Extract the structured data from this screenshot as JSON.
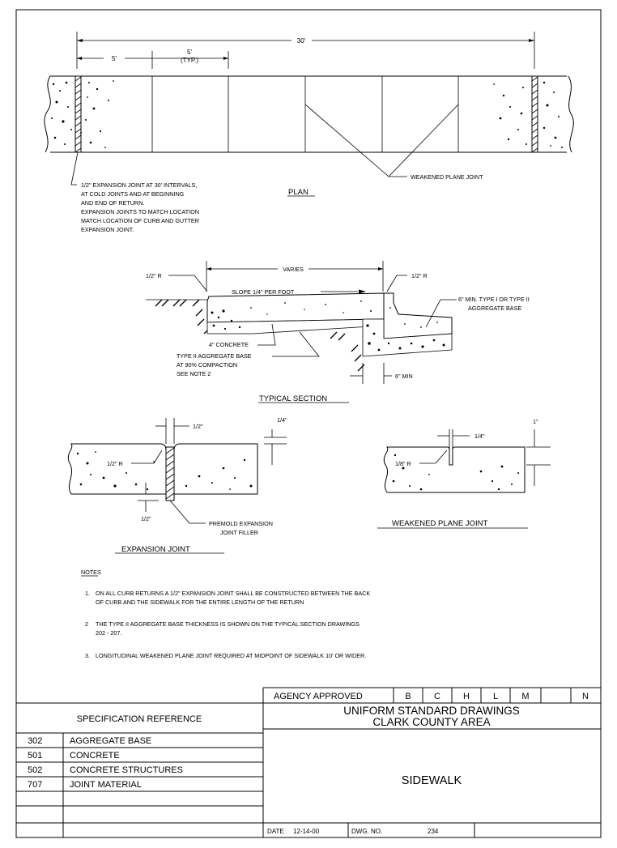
{
  "plan": {
    "dim_total": "30'",
    "dim_first": "5'",
    "dim_typ_top": "5'",
    "dim_typ_bottom": "(TYP.)",
    "note_expansion": [
      "1/2\" EXPANSION JOINT AT 30' INTERVALS,",
      "AT COLD JOINTS AND AT BEGINNING",
      "AND END OF RETURN.",
      "EXPANSION JOINTS TO MATCH LOCATION",
      "MATCH LOCATION OF CURB AND GUTTER",
      "EXPANSION JOINT."
    ],
    "label_weakened": "WEAKENED PLANE JOINT",
    "title": "PLAN"
  },
  "section": {
    "label_r_left": "1/2\" R",
    "label_varies": "VARIES",
    "label_r_right": "1/2\" R",
    "label_slope": "SLOPE 1/4\" PER FOOT",
    "label_base_right": [
      "6\" MIN. TYPE I OR TYPE II",
      "AGGREGATE BASE"
    ],
    "label_concrete": "4\" CONCRETE",
    "label_base_left": [
      "TYPE II AGGREGATE BASE",
      "AT 90% COMPACTION",
      "SEE NOTE 2"
    ],
    "label_min": "6\" MIN",
    "title": "TYPICAL SECTION"
  },
  "expansion_detail": {
    "dim_top": "1/2\"",
    "dim_right": "1/4\"",
    "label_r": "1/2\" R",
    "dim_bottom": "1/2\"",
    "label_filler": [
      "PREMOLD EXPANSION",
      "JOINT FILLER"
    ],
    "title": "EXPANSION JOINT"
  },
  "weakened_detail": {
    "dim_top": "1/4\"",
    "dim_right": "1\"",
    "label_r": "1/8\" R",
    "title": "WEAKENED PLANE JOINT"
  },
  "notes": {
    "heading": "NOTES",
    "items": [
      {
        "num": "1.",
        "lines": [
          "ON ALL CURB RETURNS A 1/2\" EXPANSION JOINT SHALL BE CONSTRUCTED BETWEEN THE BACK",
          "OF CURB AND THE SIDEWALK FOR THE ENTIRE LENGTH OF THE RETURN"
        ]
      },
      {
        "num": "2",
        "lines": [
          "THE TYPE II AGGREGATE BASE THICKNESS IS SHOWN ON THE TYPICAL SECTION DRAWINGS",
          "202 - 207."
        ]
      },
      {
        "num": "3.",
        "lines": [
          "LONGITUDINAL WEAKENED PLANE JOINT REQUIRED AT MIDPOINT OF SIDEWALK 10' OR WIDER."
        ]
      }
    ]
  },
  "title_block": {
    "agency_approved": "AGENCY APPROVED",
    "agencies": [
      "B",
      "C",
      "H",
      "L",
      "M",
      "N"
    ],
    "spec_reference": "SPECIFICATION REFERENCE",
    "std_line1": "UNIFORM STANDARD DRAWINGS",
    "std_line2": "CLARK COUNTY AREA",
    "specs": [
      {
        "code": "302",
        "name": "AGGREGATE BASE"
      },
      {
        "code": "501",
        "name": "CONCRETE"
      },
      {
        "code": "502",
        "name": "CONCRETE STRUCTURES"
      },
      {
        "code": "707",
        "name": "JOINT MATERIAL"
      }
    ],
    "drawing_title": "SIDEWALK",
    "date_label": "DATE",
    "date_value": "12-14-00",
    "dwg_label": "DWG. NO.",
    "dwg_value": "234"
  }
}
